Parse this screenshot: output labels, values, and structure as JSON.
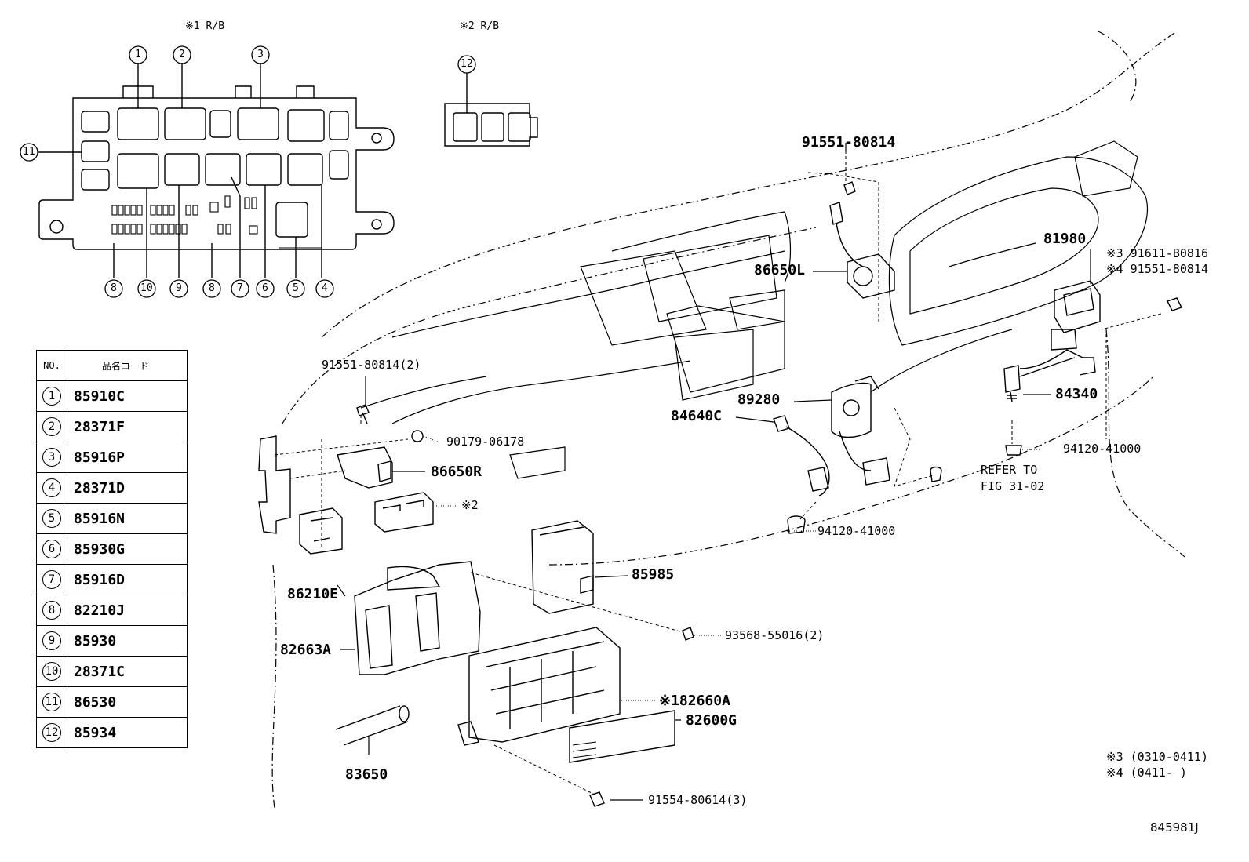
{
  "headings": {
    "rb1": "※1 R/B",
    "rb2": "※2 R/B"
  },
  "callouts": {
    "c1": "1",
    "c2": "2",
    "c3": "3",
    "c4": "4",
    "c5": "5",
    "c6": "6",
    "c7": "7",
    "c8": "8",
    "c9": "9",
    "c10": "10",
    "c11": "11",
    "c12": "12"
  },
  "table": {
    "header_no": "NO.",
    "header_code": "品名コード",
    "rows": [
      {
        "no": "1",
        "code": "85910C"
      },
      {
        "no": "2",
        "code": "28371F"
      },
      {
        "no": "3",
        "code": "85916P"
      },
      {
        "no": "4",
        "code": "28371D"
      },
      {
        "no": "5",
        "code": "85916N"
      },
      {
        "no": "6",
        "code": "85930G"
      },
      {
        "no": "7",
        "code": "85916D"
      },
      {
        "no": "8",
        "code": "82210J"
      },
      {
        "no": "9",
        "code": "85930"
      },
      {
        "no": "10",
        "code": "28371C"
      },
      {
        "no": "11",
        "code": "86530"
      },
      {
        "no": "12",
        "code": "85934"
      }
    ]
  },
  "labels": {
    "l91551a": "91551-80814",
    "l81980": "81980",
    "n3part": "※3 91611-B0816",
    "n4part": "※4 91551-80814",
    "l86650L": "86650L",
    "l91551b": "91551-80814(2)",
    "l89280": "89280",
    "l84640C": "84640C",
    "l84340": "84340",
    "l90179": "90179-06178",
    "l94120a": "94120-41000",
    "l86650R": "86650R",
    "refer1": "REFER TO",
    "refer2": "FIG 31-02",
    "note2": "※2",
    "l94120b": "94120-41000",
    "l85985": "85985",
    "l86210E": "86210E",
    "l93568": "93568-55016(2)",
    "l82663A": "82663A",
    "l82660A": "※182660A",
    "l82600G": "82600G",
    "n3dates": "※3 (0310-0411)",
    "n4dates": "※4 (0411-     )",
    "l83650": "83650",
    "l91554": "91554-80614(3)",
    "figid": "845981J"
  }
}
